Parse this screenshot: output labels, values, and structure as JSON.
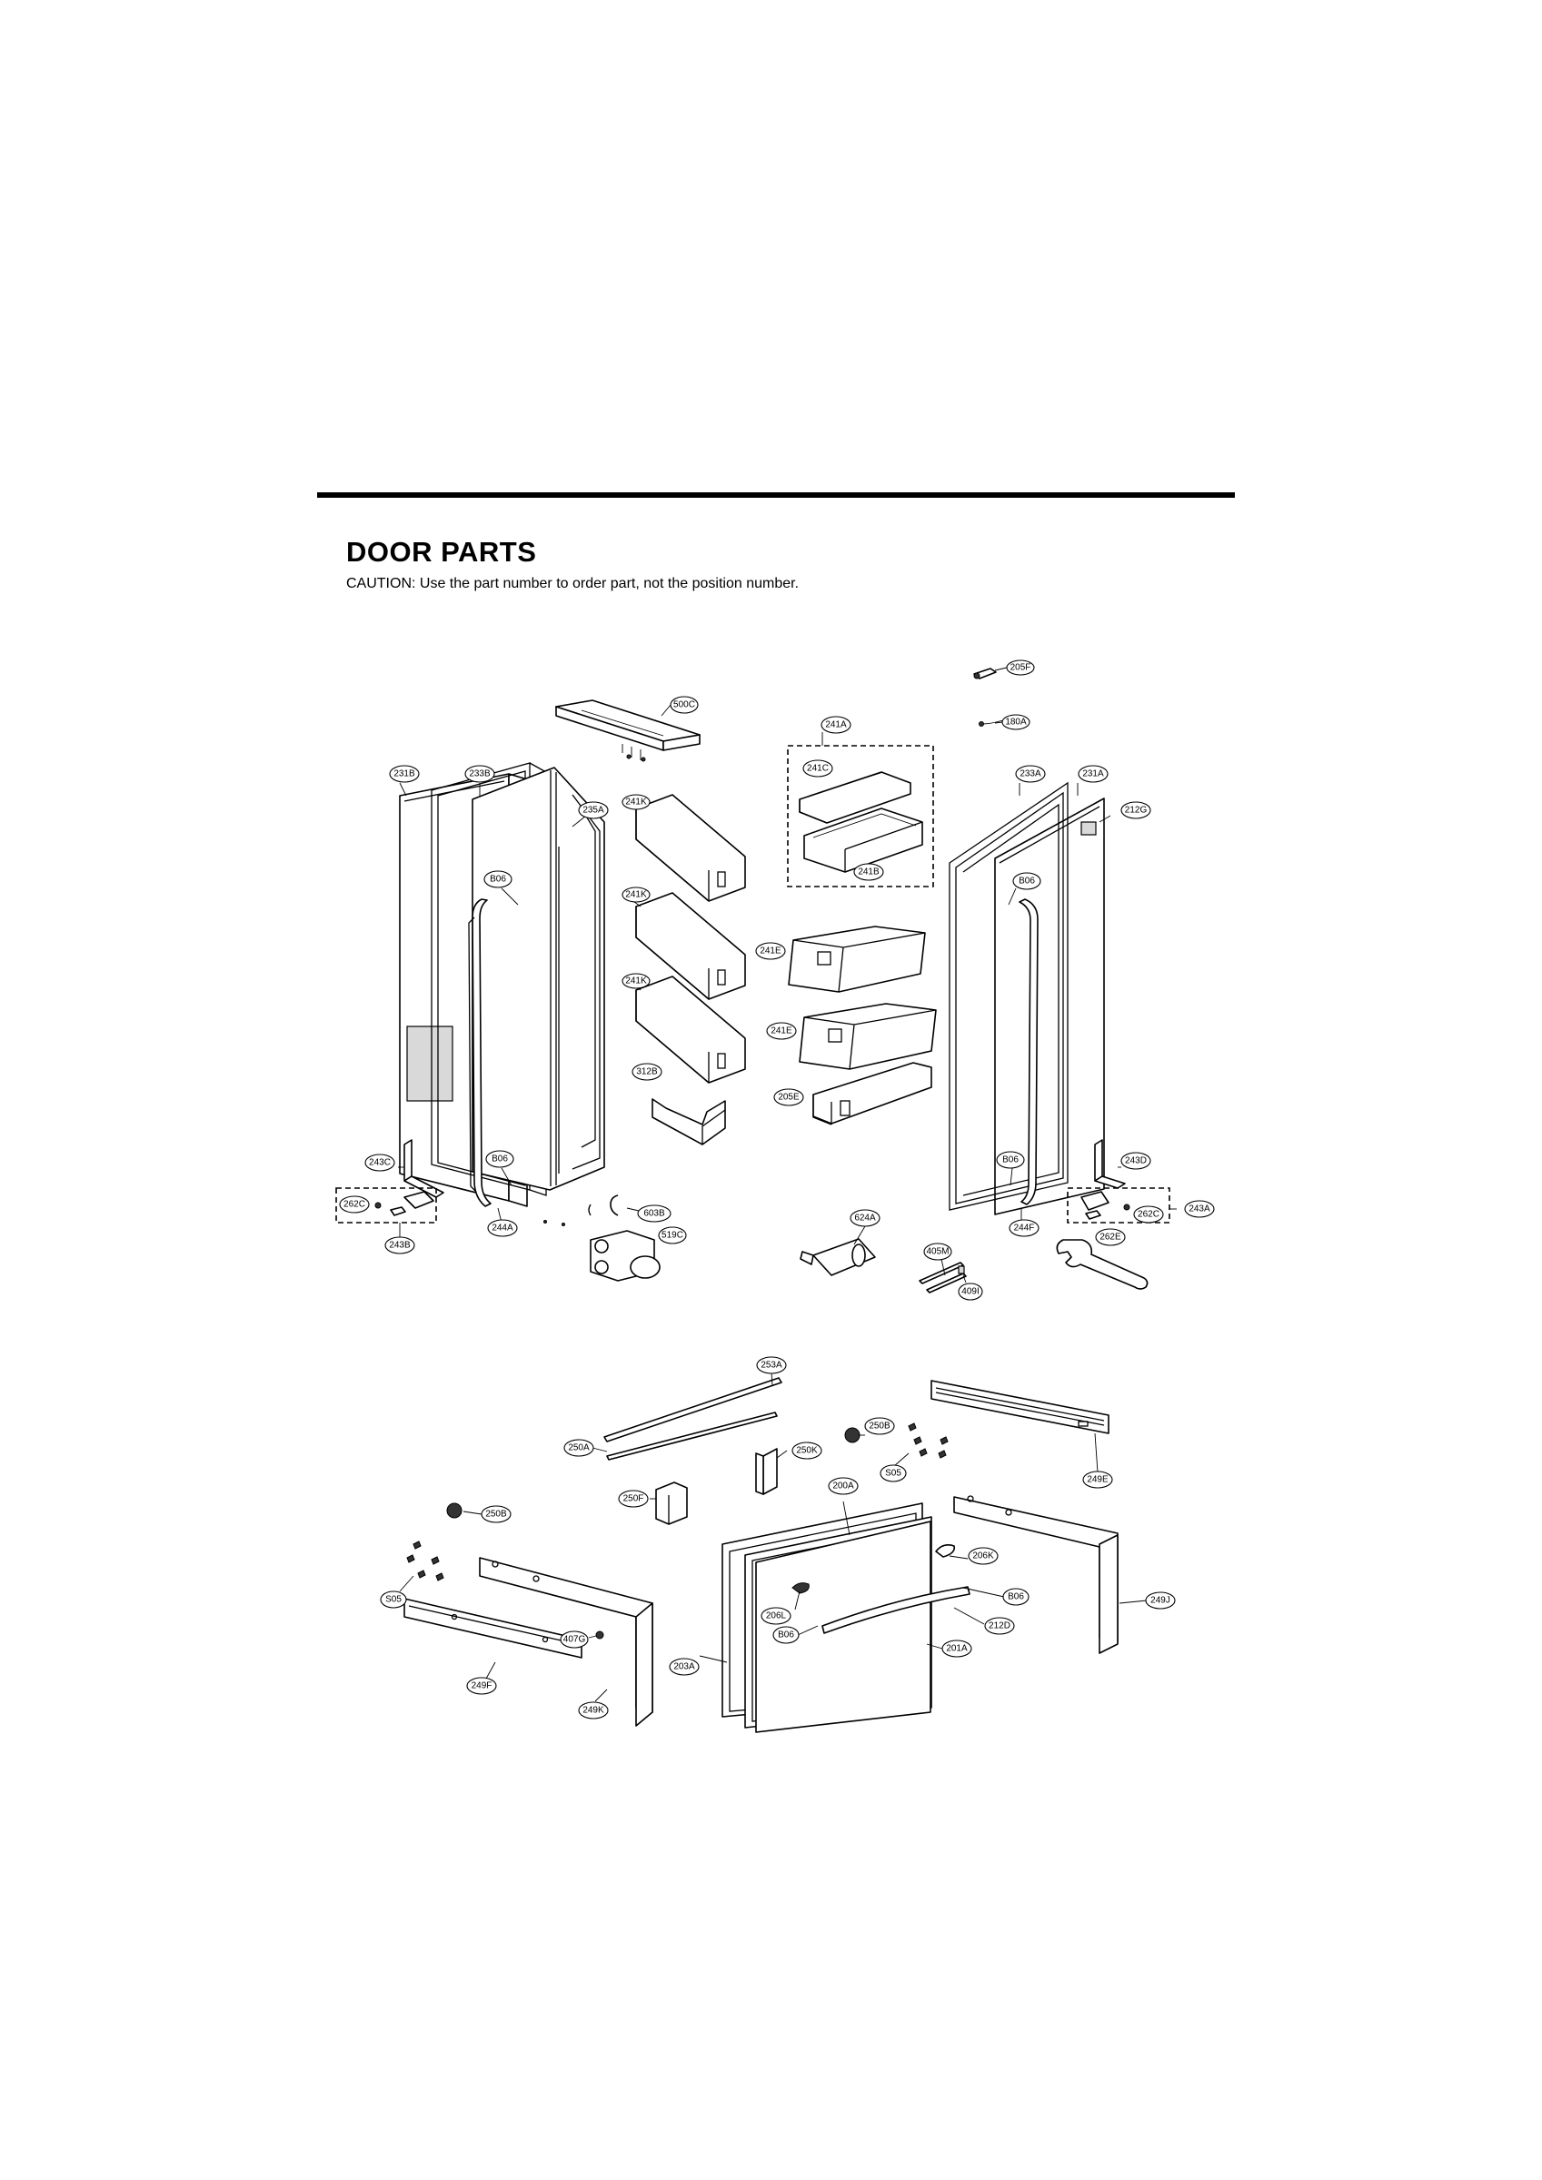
{
  "header": {
    "title": "DOOR PARTS",
    "caution": "CAUTION: Use the part number to order part, not the position number."
  },
  "callouts": {
    "c205F": "205F",
    "c180A": "180A",
    "c500C": "500C",
    "c241A": "241A",
    "c241C": "241C",
    "c241B": "241B",
    "c231B": "231B",
    "c233B": "233B",
    "c235A": "235A",
    "c241K_1": "241K",
    "c241K_2": "241K",
    "c241K_3": "241K",
    "cB06_1": "B06",
    "c241E_1": "241E",
    "c241E_2": "241E",
    "c312B": "312B",
    "c205E": "205E",
    "c233A": "233A",
    "c231A": "231A",
    "c212G": "212G",
    "cB06_2": "B06",
    "cB06_3": "B06",
    "c243D": "243D",
    "c262C_2": "262C",
    "c243A": "243A",
    "c244F": "244F",
    "c262E": "262E",
    "c243C": "243C",
    "cB06_4": "B06",
    "c262C_1": "262C",
    "c243B": "243B",
    "c244A": "244A",
    "c603B": "603B",
    "c519C": "519C",
    "c624A": "624A",
    "c405M": "405M",
    "c409I": "409I",
    "c253A": "253A",
    "c250A": "250A",
    "c250K": "250K",
    "c250B_1": "250B",
    "cS05_1": "S05",
    "c249E": "249E",
    "c200A": "200A",
    "c250F": "250F",
    "c250B_2": "250B",
    "c206K": "206K",
    "cB06_5": "B06",
    "c249J": "249J",
    "c206L": "206L",
    "c212D": "212D",
    "cB06_6": "B06",
    "c201A": "201A",
    "c203A": "203A",
    "cS05_2": "S05",
    "c407G": "407G",
    "c249F": "249F",
    "c249K": "249K"
  }
}
